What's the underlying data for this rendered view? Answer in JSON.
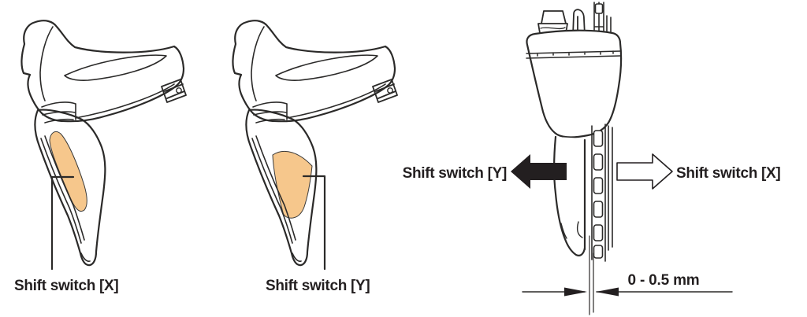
{
  "document": {
    "type": "technical-manual-illustration",
    "subject": "dual-control-lever-shift-switch-locations"
  },
  "colors": {
    "highlight_orange": "#F6C78C",
    "line_art": "#2B2A29",
    "text": "#231F20",
    "background": "#FFFFFF"
  },
  "left_lever_figure": {
    "label": "Shift switch [X]"
  },
  "middle_lever_figure": {
    "label": "Shift switch [Y]"
  },
  "front_view_figure": {
    "left_arrow_label": "Shift switch [Y]",
    "right_arrow_label": "Shift switch [X]",
    "clearance_label": "0 - 0.5 mm",
    "left_arrow_style": "solid-black-left-arrow",
    "right_arrow_style": "outline-white-right-arrow"
  }
}
